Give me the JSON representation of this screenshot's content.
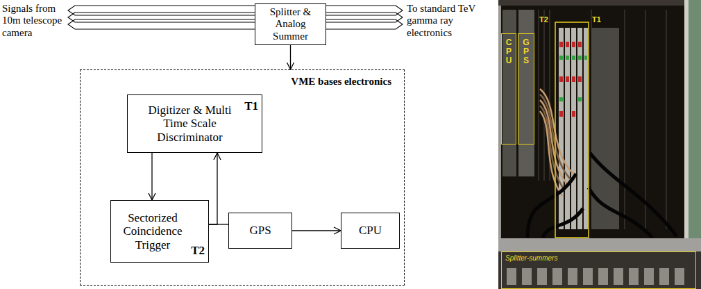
{
  "diagram": {
    "nodes": [
      {
        "text": [
          "Splitter & Analog Summer"
        ]
      },
      {
        "text": [
          "VME bases electronics"
        ]
      },
      {
        "text": [
          "Digitizer & Multi Time Scale Discriminator",
          "T1"
        ],
        "in": 1
      },
      {
        "text": [
          "Sectorized Coincidence Trigger",
          "T2"
        ],
        "in": 1
      },
      {
        "text": [
          "GPS"
        ],
        "in": 1
      },
      {
        "text": [
          "CPU"
        ],
        "in": 1
      },
      {
        "text": [
          "CPU"
        ]
      },
      {
        "text": [
          "GPS"
        ]
      },
      {
        "text": [
          "Splitter-summers"
        ]
      }
    ],
    "edges": [
      {
        "from": 0,
        "to": 1,
        "arrow": "to"
      },
      {
        "from": 2,
        "to": 3,
        "arrow": "to"
      },
      {
        "from": 3,
        "to": 2,
        "arrow": "to"
      },
      {
        "from": 3,
        "to": 4,
        "arrow": "none"
      },
      {
        "from": 4,
        "to": 5,
        "arrow": "to"
      }
    ],
    "labels": [
      "Signals from 10m telescope camera",
      "To standard TeV gamma ray electronics",
      "T2",
      "T1"
    ]
  }
}
